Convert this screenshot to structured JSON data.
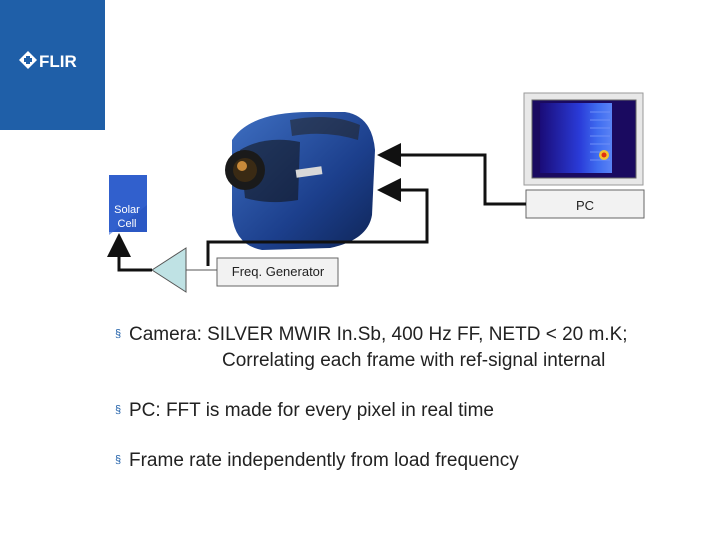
{
  "logo": {
    "text": "FLIR"
  },
  "diagram": {
    "solar_cell": {
      "line1": "Solar",
      "line2": "Cell"
    },
    "pc": {
      "label": "PC"
    },
    "freq_generator": {
      "label": "Freq. Generator"
    }
  },
  "bullets": {
    "camera": "Camera: SILVER MWIR In.Sb, 400 Hz FF, NETD < 20 m.K;",
    "camera_cont": "Correlating each frame with ref-signal internal",
    "pc": "PC: FFT is made for every pixel in real time",
    "frame_rate": "Frame rate independently from load frequency",
    "marker": "§"
  },
  "colors": {
    "brand_blue": "#1f5fa8",
    "solar_blue": "#2b58c4",
    "generator_fill": "#bfe2e4"
  }
}
